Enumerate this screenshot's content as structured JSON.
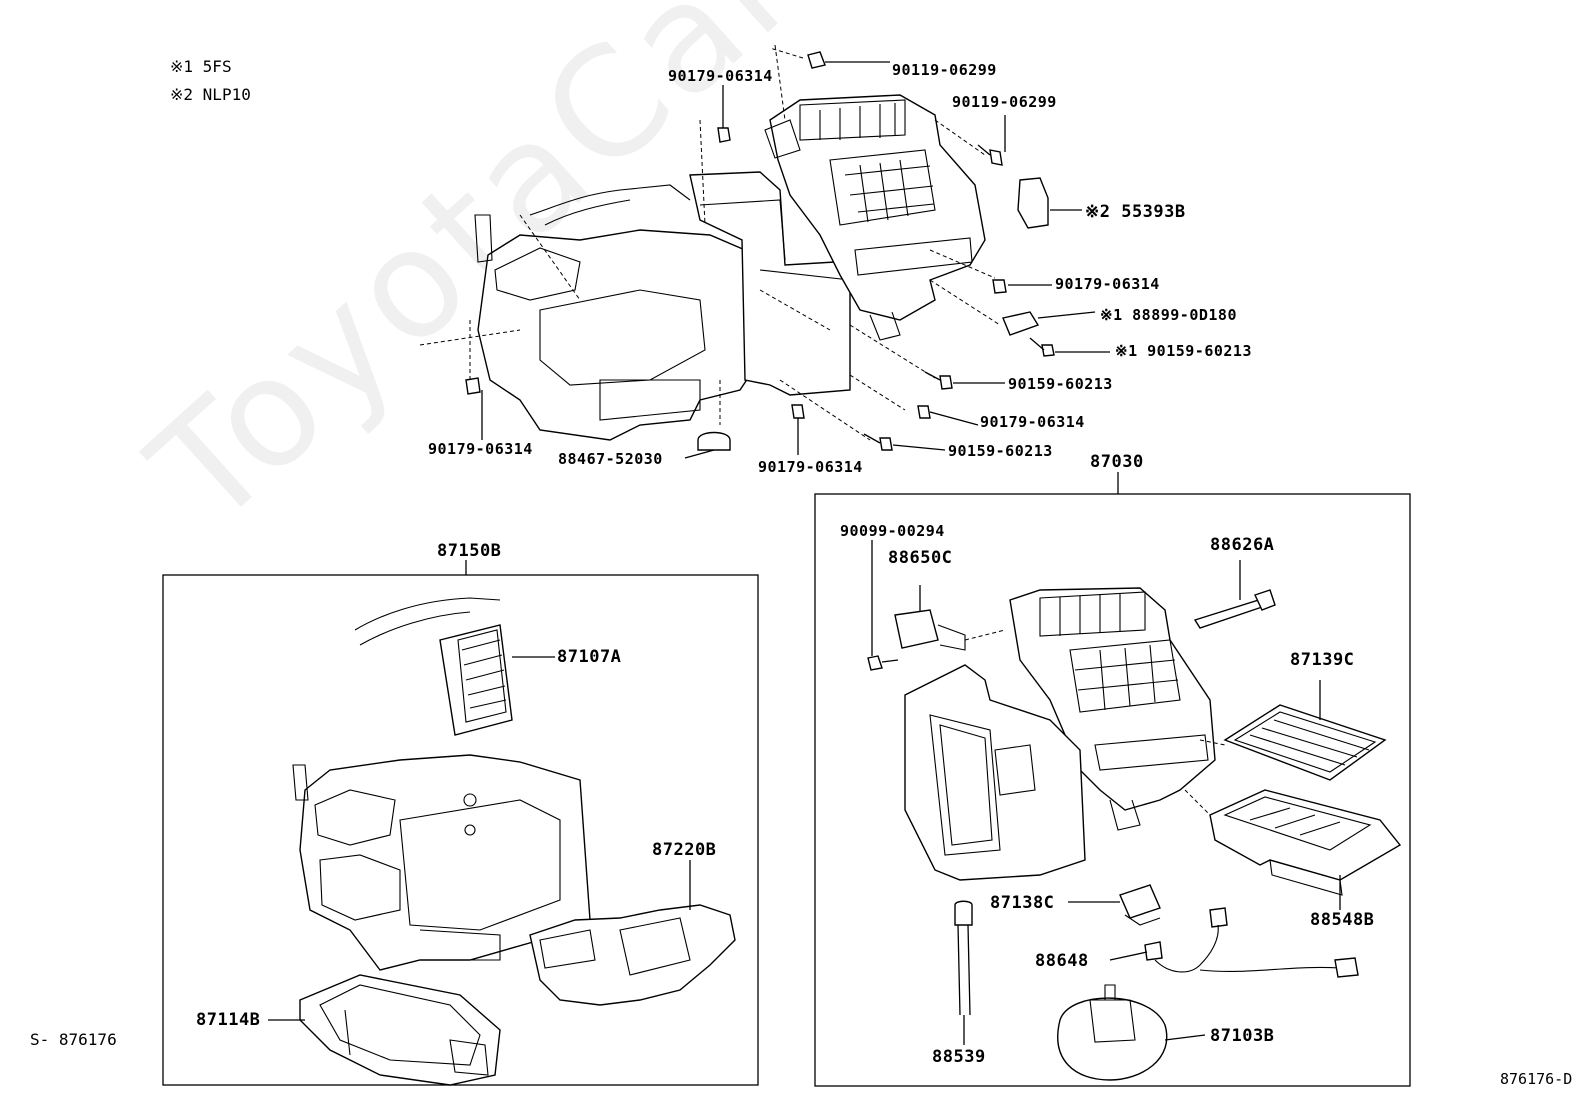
{
  "legend": {
    "line1": "※1 5FS",
    "line2": "※2 NLP10"
  },
  "watermark": "ToyotaCamMe.ru",
  "top_labels": {
    "p_90179_06314_a": "90179-06314",
    "p_90119_06299_a": "90119-06299",
    "p_90119_06299_b": "90119-06299",
    "p_55393b": "※2 55393B",
    "p_90179_06314_b": "90179-06314",
    "p_88899_0d180": "※1  88899-0D180",
    "p_90159_60213_a": "※1  90159-60213",
    "p_90159_60213_b": "90159-60213",
    "p_90179_06314_c": "90179-06314",
    "p_90159_60213_c": "90159-60213",
    "p_90179_06314_d": "90179-06314",
    "p_88467_52030": "88467-52030",
    "p_90179_06314_e": "90179-06314"
  },
  "left_box": {
    "title": "87150B",
    "p_87107a": "87107A",
    "p_87220b": "87220B",
    "p_87114b": "87114B"
  },
  "right_box": {
    "title": "87030",
    "p_90099_00294": "90099-00294",
    "p_88650c": "88650C",
    "p_88626a": "88626A",
    "p_87139c": "87139C",
    "p_87138c": "87138C",
    "p_88548b": "88548B",
    "p_88648": "88648",
    "p_88539": "88539",
    "p_87103b": "87103B"
  },
  "footer": {
    "left_code": "S- 876176",
    "right_code": "876176-D"
  }
}
